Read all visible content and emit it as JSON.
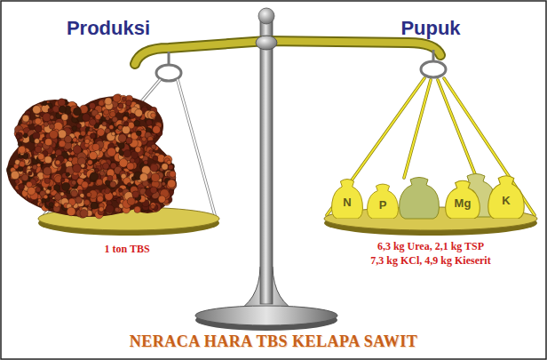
{
  "diagram": {
    "title": "NERACA HARA TBS KELAPA SAWIT",
    "nodes": [
      {
        "text": [
          "N"
        ]
      },
      {
        "text": [
          "P"
        ]
      },
      {
        "text": [
          "Mg"
        ]
      },
      {
        "text": [
          "K"
        ]
      }
    ],
    "labels": [
      "Produksi",
      "Pupuk",
      "1 ton TBS",
      "6,3 kg Urea, 2,1 kg TSP",
      "7,3 kg KCl, 4,9 kg Kieserit"
    ]
  }
}
